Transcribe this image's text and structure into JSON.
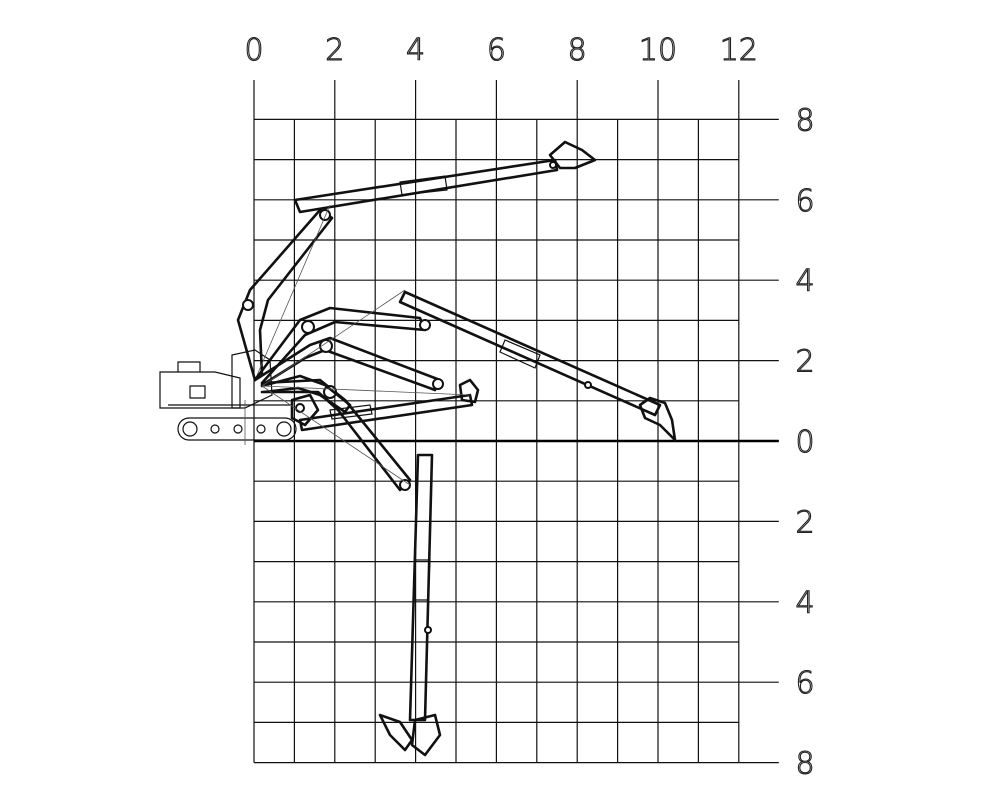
{
  "diagram": {
    "x_axis_ticks": [
      "0",
      "2",
      "4",
      "6",
      "8",
      "10",
      "12"
    ],
    "y_axis_ticks": [
      "8",
      "6",
      "4",
      "2",
      "0",
      "2",
      "4",
      "6",
      "8"
    ],
    "x_grid_values": [
      0,
      1,
      2,
      3,
      4,
      5,
      6,
      7,
      8,
      9,
      10,
      11,
      12
    ],
    "y_grid_values": [
      8,
      7,
      6,
      5,
      4,
      3,
      2,
      1,
      0,
      -1,
      -2,
      -3,
      -4,
      -5,
      -6,
      -7,
      -8
    ],
    "arm_positions": [
      {
        "id": "max-reach-high",
        "boom_tip": [
          1.8,
          5.5
        ],
        "bucket": [
          7.8,
          6.8
        ]
      },
      {
        "id": "mid-reach",
        "boom_tip": [
          1.3,
          2.8
        ],
        "bucket": [
          10.2,
          0.5
        ]
      },
      {
        "id": "low-reach",
        "boom_tip": [
          1.8,
          2.3
        ],
        "bucket": [
          5.5,
          1.0
        ]
      },
      {
        "id": "deep-dig",
        "boom_tip": [
          3.8,
          -1.1
        ],
        "bucket": [
          4.2,
          -7.0
        ]
      },
      {
        "id": "tucked",
        "boom_tip": [
          1.5,
          1.1
        ],
        "bucket": [
          1.3,
          0.6
        ]
      }
    ]
  }
}
